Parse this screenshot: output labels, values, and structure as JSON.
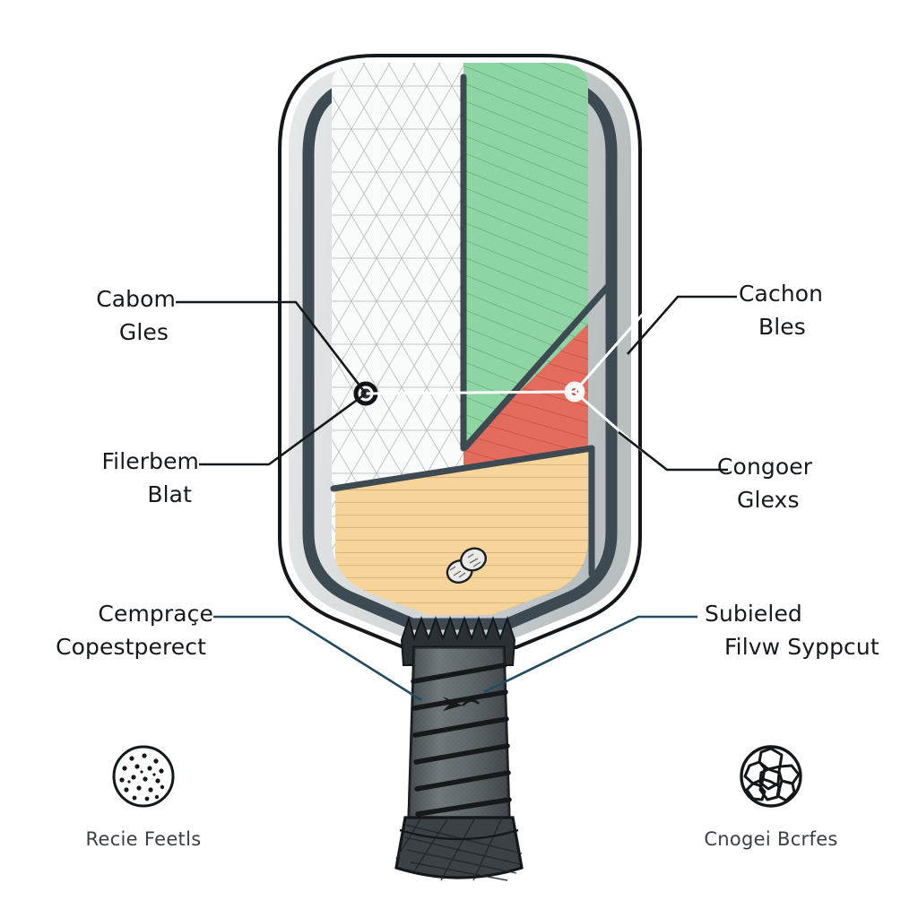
{
  "diagram": {
    "subject": "pickleball-paddle-construction",
    "background": "#ffffff"
  },
  "colors": {
    "face_white": "#f7f8f8",
    "face_green": "#8ed5a3",
    "face_green_line": "#4b8f63",
    "face_red": "#e36c5c",
    "face_red_line": "#a8392c",
    "face_orange": "#f6d49a",
    "face_orange_line": "#b08a45",
    "bezel_dark": "#3e4a52",
    "bezel_light": "#d9dcdd",
    "outline": "#14181b",
    "grip_dark": "#565c60",
    "grip_band": "#1d2125",
    "leader_dark": "#16191c",
    "leader_teal": "#234b5e",
    "leader_white": "#ffffff",
    "text": "#15181c",
    "legend_text": "#3b3f45"
  },
  "callouts": [
    {
      "id": "callout-top-left",
      "side": "left",
      "line1": "Cabom",
      "line2": "Gles",
      "marker": "filled-hub"
    },
    {
      "id": "callout-top-right",
      "side": "right",
      "line1": "Cachon",
      "line2": "Bles",
      "marker": "hollow-hub"
    },
    {
      "id": "callout-mid-left",
      "side": "left",
      "line1": "Filerbem",
      "line2": "Blat",
      "marker": "filled-hub"
    },
    {
      "id": "callout-mid-right",
      "side": "right",
      "line1": "Congoer",
      "line2": "Glexs",
      "marker": "hollow-hub"
    },
    {
      "id": "callout-grip-left",
      "side": "left",
      "line1": "Cempraçe",
      "line2": "Copestperect",
      "marker": "none"
    },
    {
      "id": "callout-grip-right",
      "side": "right",
      "line1": "Subieled",
      "line2": "Filvw Syppcut",
      "marker": "none"
    }
  ],
  "legend": [
    {
      "id": "legend-left",
      "icon": "perforated-ball-icon",
      "caption": "Recie Feetls"
    },
    {
      "id": "legend-right",
      "icon": "honeycomb-ball-icon",
      "caption": "Cnogei Bcrfes"
    }
  ]
}
